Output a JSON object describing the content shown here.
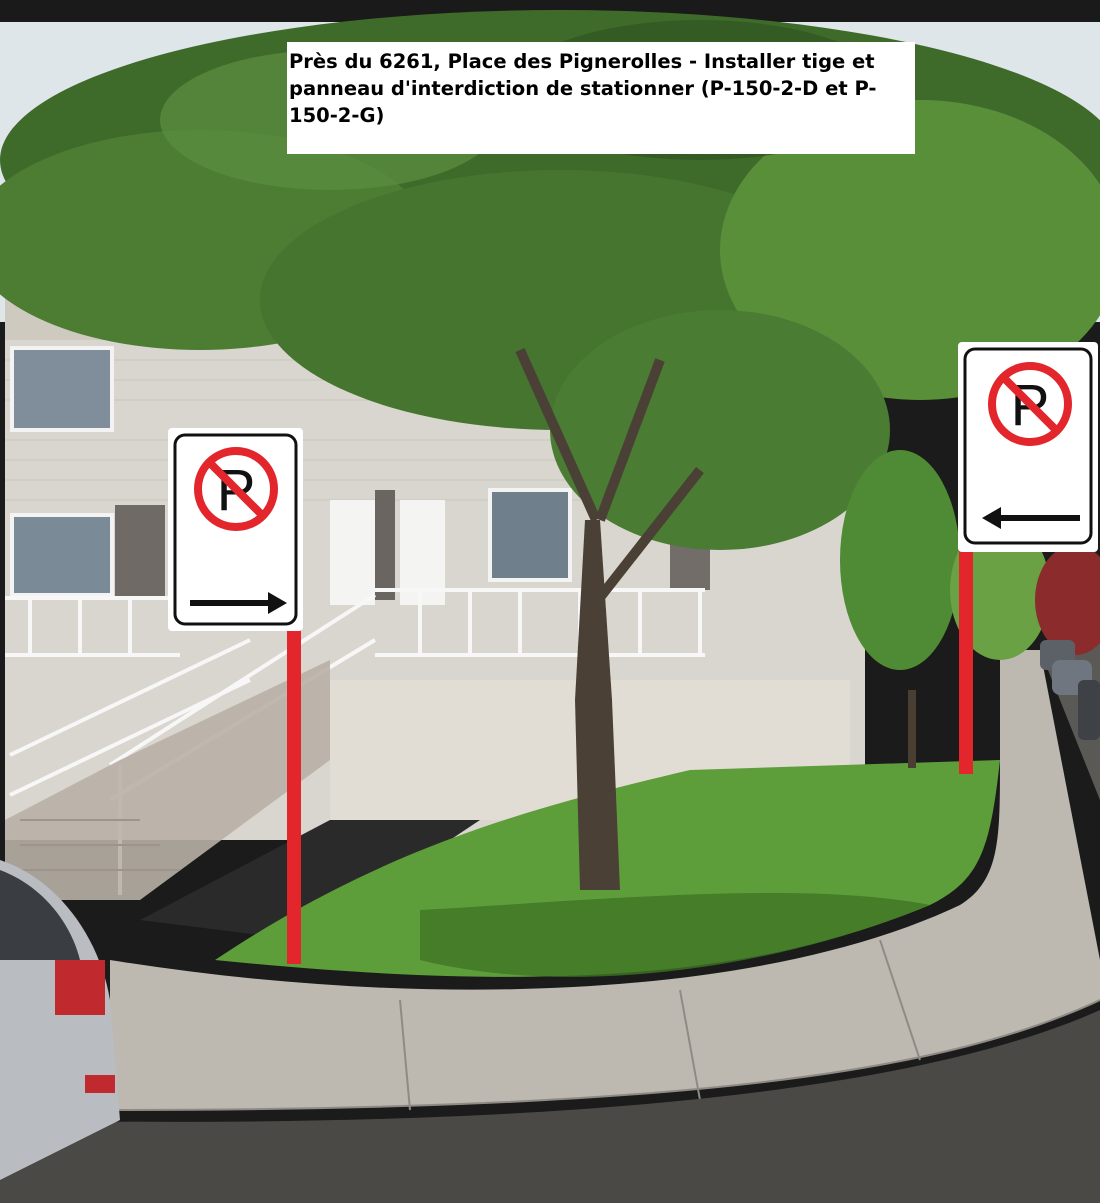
{
  "caption": {
    "text": "Près du 6261, Place des Pignerolles - Installer tige et panneau d'interdiction de stationner (P-150-2-D et P-150-2-G)"
  },
  "signs": [
    {
      "name": "P-150-2-D",
      "symbol": "P",
      "arrow_direction": "right"
    },
    {
      "name": "P-150-2-G",
      "symbol": "P",
      "arrow_direction": "left"
    }
  ],
  "colors": {
    "prohibition_red": "#e3262b",
    "post_red": "#e3262b",
    "sign_border": "#111111",
    "caption_bg": "#ffffff"
  },
  "icons": [
    "no-parking-icon",
    "arrow-right-icon",
    "arrow-left-icon"
  ]
}
